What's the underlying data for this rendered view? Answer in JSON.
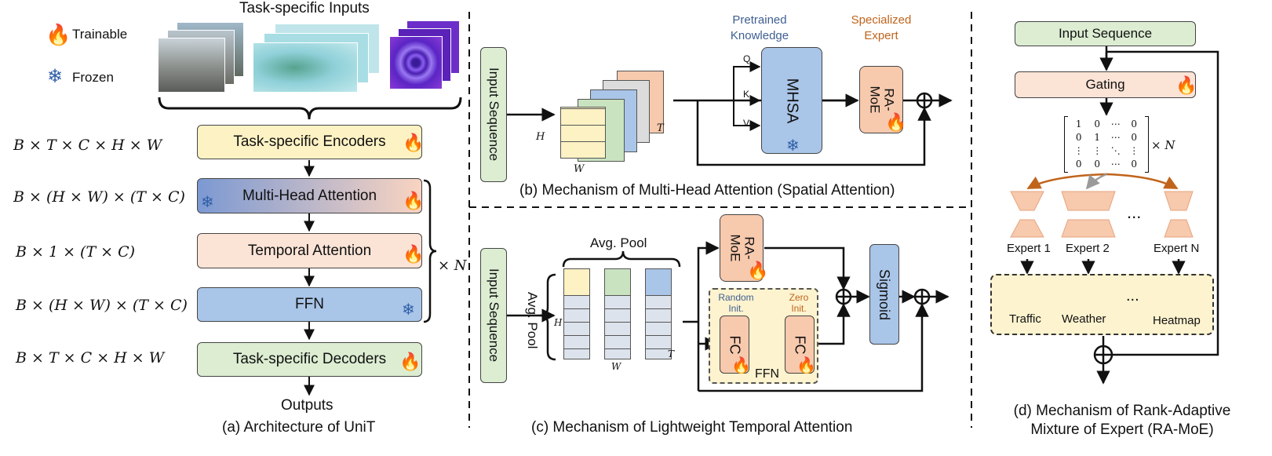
{
  "legend": {
    "trainable": "Trainable",
    "frozen": "Frozen",
    "fire_icon": "fire-icon",
    "snow_icon": "snowflake-icon"
  },
  "panel_a": {
    "inputs_title": "Task-specific Inputs",
    "encoders": "Task-specific Encoders",
    "mha": "Multi-Head Attention",
    "temporal": "Temporal Attention",
    "ffn": "FFN",
    "decoders": "Task-specific Decoders",
    "outputs": "Outputs",
    "repeat": "× N",
    "shapes": [
      "B × T × C × H × W",
      "B × (H × W) × (T × C)",
      "B × 1 × (T × C)",
      "B × (H × W) × (T × C)",
      "B × T × C × H × W"
    ],
    "caption": "(a) Architecture of UniT"
  },
  "panel_b": {
    "input": "Input Sequence",
    "pretrained": "Pretrained\nKnowledge",
    "specialized": "Specialized\nExpert",
    "mhsa": "MHSA",
    "ramoe": "RA-\nMoE",
    "q": "Q",
    "k": "K",
    "v": "V",
    "h": "H",
    "w": "W",
    "t": "T",
    "caption": "(b) Mechanism of Multi-Head Attention (Spatial Attention)"
  },
  "panel_c": {
    "input": "Input Sequence",
    "avgpool_top": "Avg. Pool",
    "avgpool_side": "Avg. Pool",
    "ramoe": "RA-\nMoE",
    "random_init": "Random\nInit.",
    "zero_init": "Zero\nInit.",
    "fc1": "FC",
    "fc2": "FC",
    "ffn": "FFN",
    "sigmoid": "Sigmoid",
    "h": "H",
    "w": "W",
    "t": "T",
    "caption": "(c) Mechanism of Lightweight Temporal Attention"
  },
  "panel_d": {
    "input": "Input Sequence",
    "gating": "Gating",
    "matrix_rows": [
      [
        "1",
        "0",
        "⋯",
        "0"
      ],
      [
        "0",
        "1",
        "⋯",
        "0"
      ],
      [
        "⋮",
        "⋮",
        "⋱",
        "⋮"
      ],
      [
        "0",
        "0",
        "⋯",
        "0"
      ]
    ],
    "matrix_times": "× N",
    "experts": [
      "Expert 1",
      "Expert 2",
      "Expert N"
    ],
    "dots": "...",
    "tasks": [
      "Traffic",
      "Weather",
      "Heatmap"
    ],
    "caption": "(d) Mechanism of Rank-Adaptive\nMixture of Expert (RA-MoE)"
  },
  "colors": {
    "yellow": "#fdf2c4",
    "blue": "#a9c5e8",
    "peach": "#f7c9ad",
    "peach_light": "#fbe3d6",
    "green": "#dcedd2",
    "orange_arrow": "#c0641c",
    "gray_arrow": "#9a9a9a",
    "panel_bg": "#fdf3cf"
  }
}
